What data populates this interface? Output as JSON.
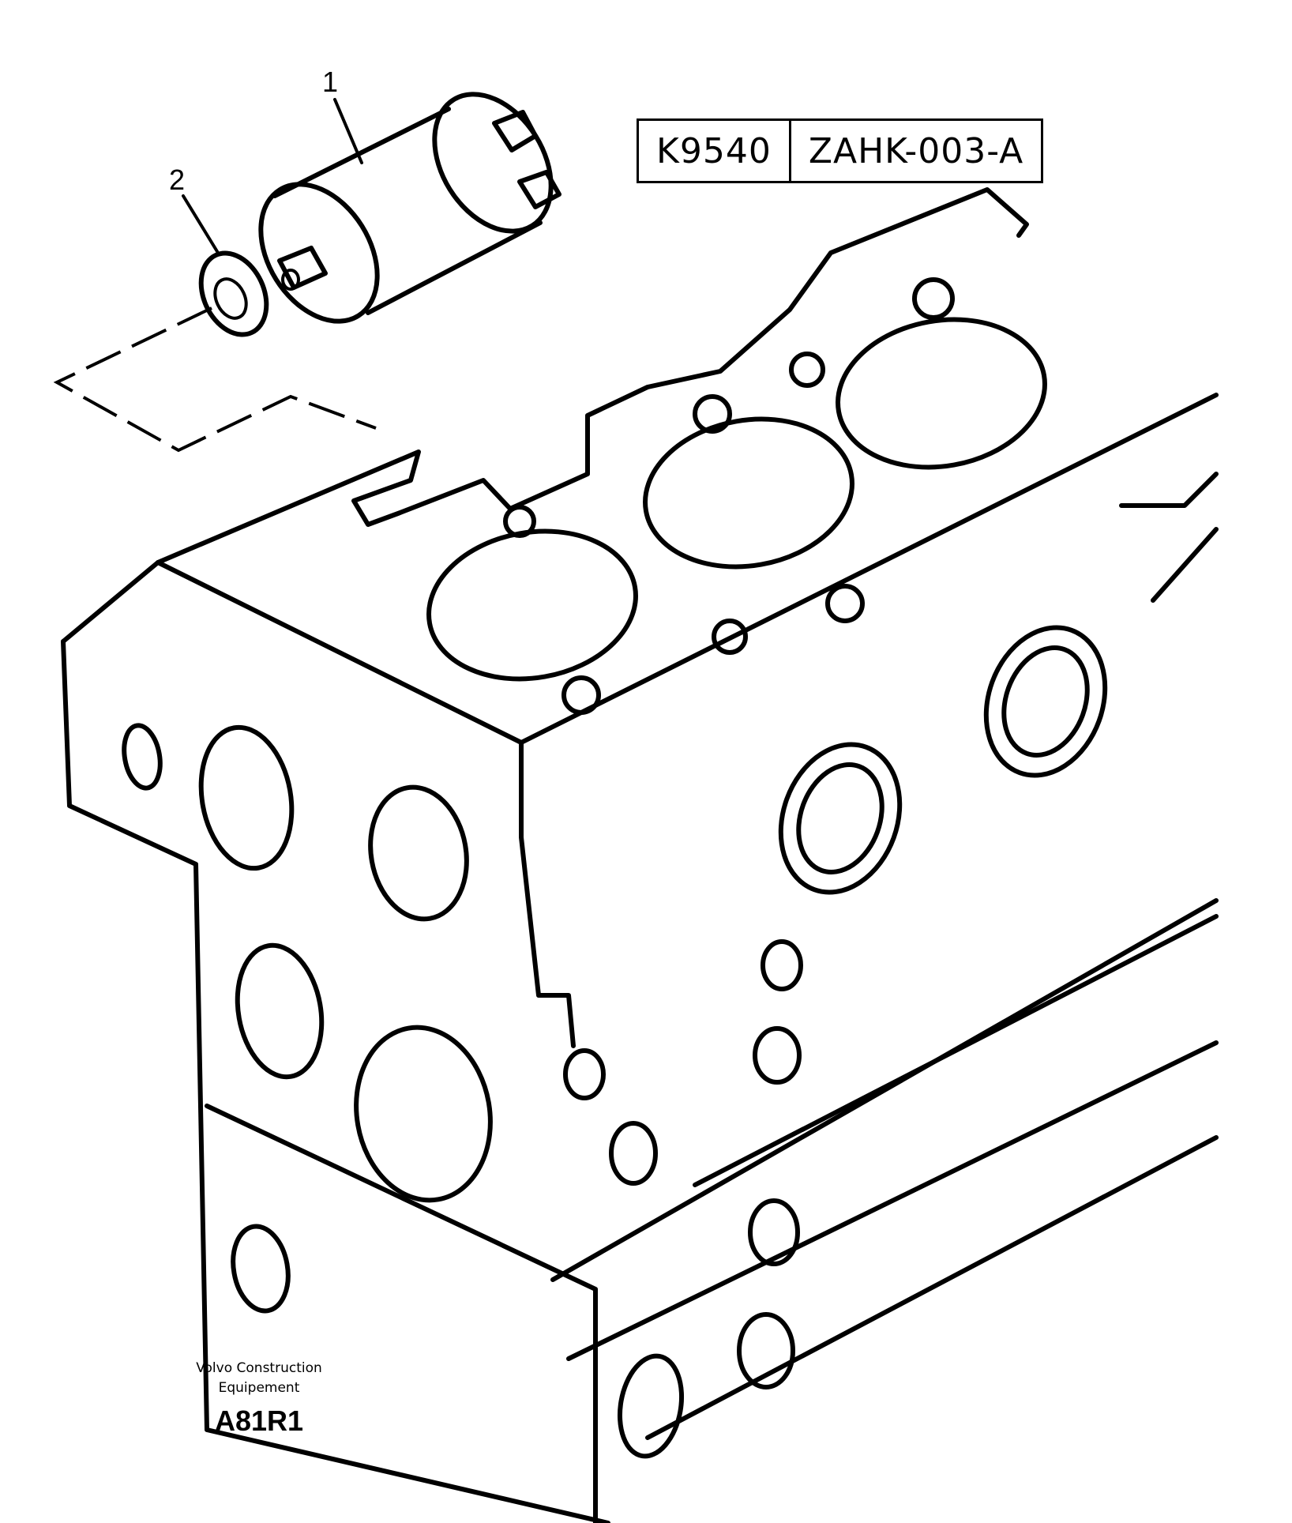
{
  "callouts": [
    {
      "label": "1"
    },
    {
      "label": "2"
    }
  ],
  "reference": {
    "figure_code": "K9540",
    "drawing_number": "ZAHK-003-A"
  },
  "publisher": {
    "line1": "Volvo Construction",
    "line2": "Equipement"
  },
  "illustration_code": "A81R1",
  "parts": [
    {
      "callout": "1",
      "icon": "oil-pressure-sensor-icon"
    },
    {
      "callout": "2",
      "icon": "washer-icon"
    },
    {
      "callout": "",
      "icon": "engine-block-icon"
    }
  ]
}
